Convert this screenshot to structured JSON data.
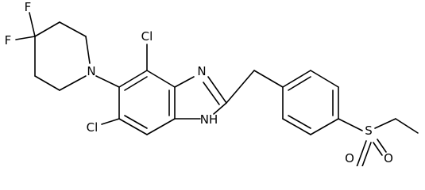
{
  "molecule": {
    "atoms": {
      "f1": "F",
      "f2": "F",
      "n_piperidine": "N",
      "cl1": "Cl",
      "cl2": "Cl",
      "n_imine": "N",
      "nh": "NH",
      "s": "S",
      "o1": "O",
      "o2": "O"
    }
  }
}
